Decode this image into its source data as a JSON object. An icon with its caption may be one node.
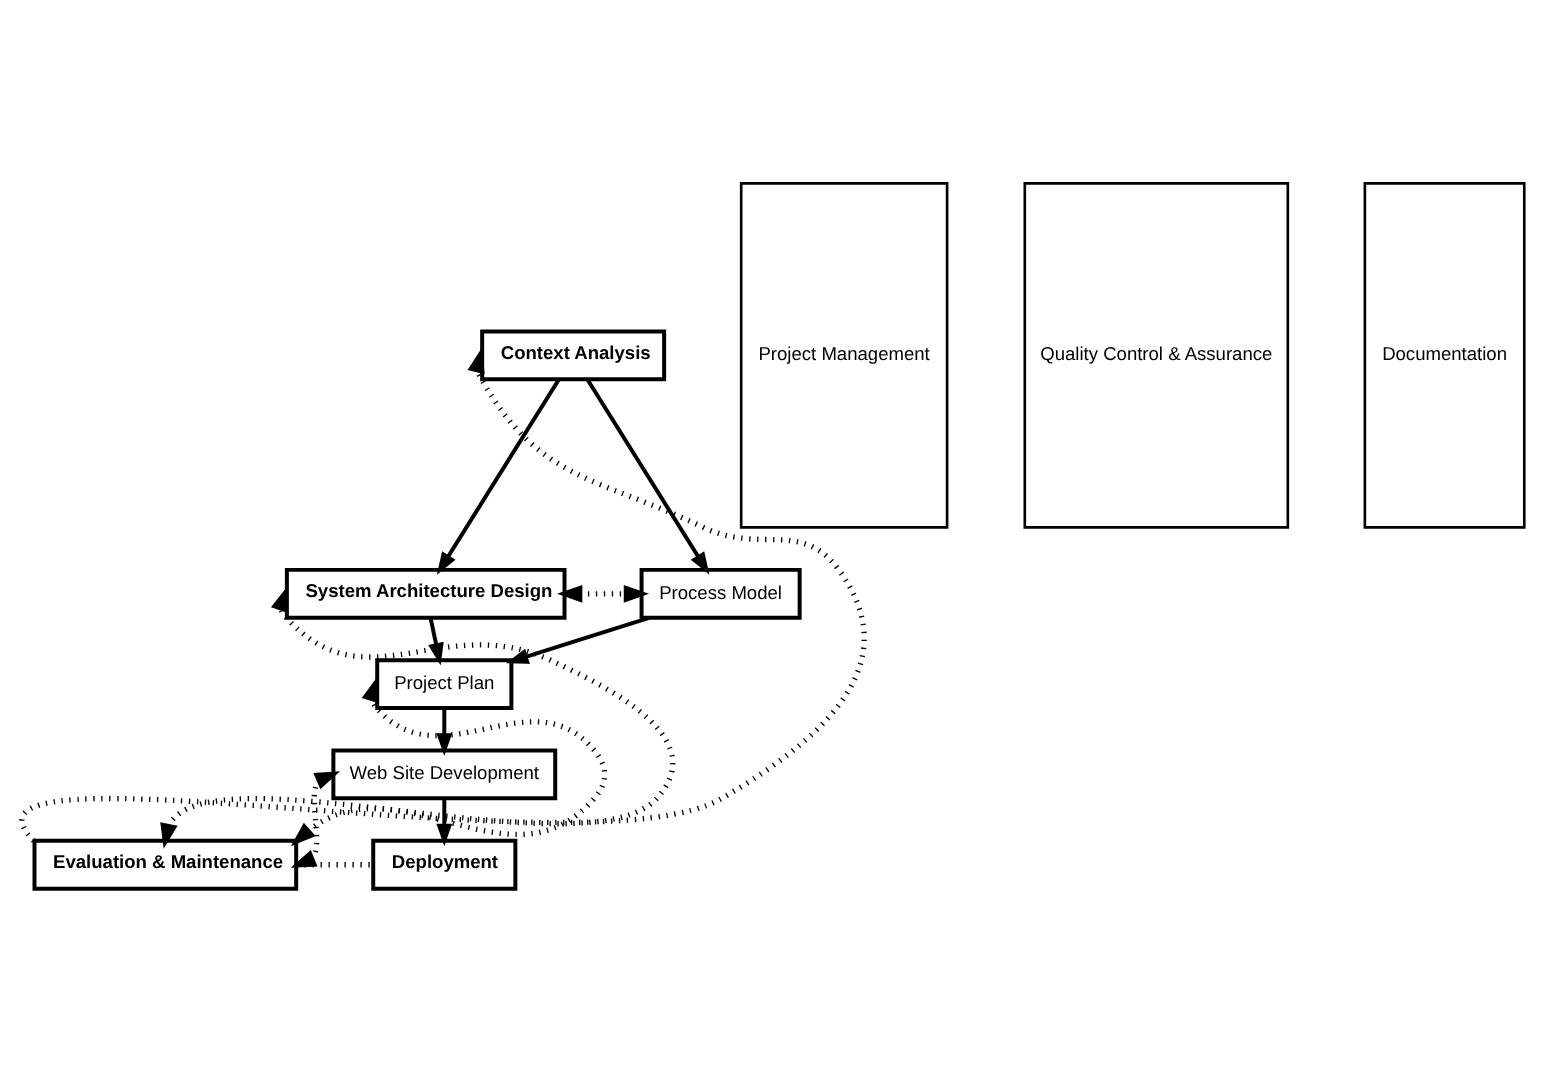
{
  "diagram": {
    "nodes": [
      {
        "text": [
          "Context Analysis"
        ]
      },
      {
        "text": [
          "System Architecture Design"
        ]
      },
      {
        "text": [
          "Process Model"
        ]
      },
      {
        "text": [
          "Project Plan"
        ]
      },
      {
        "text": [
          "Web Site Development"
        ]
      },
      {
        "text": [
          "Evaluation & Maintenance"
        ]
      },
      {
        "text": [
          "Deployment"
        ]
      },
      {
        "text": [
          "Project Management"
        ]
      },
      {
        "text": [
          "Quality Control & Assurance"
        ]
      },
      {
        "text": [
          "Documentation"
        ]
      }
    ],
    "edges": [
      {
        "from": 0,
        "to": 1,
        "arrow": "to"
      },
      {
        "from": 0,
        "to": 2,
        "arrow": "to"
      },
      {
        "from": 1,
        "to": 2,
        "arrow": "both",
        "style": "dashed"
      },
      {
        "from": 1,
        "to": 3,
        "arrow": "to"
      },
      {
        "from": 2,
        "to": 3,
        "arrow": "to"
      },
      {
        "from": 3,
        "to": 4,
        "arrow": "to"
      },
      {
        "from": 4,
        "to": 6,
        "arrow": "to"
      },
      {
        "from": 5,
        "to": 6,
        "arrow": "none",
        "style": "dashed"
      },
      {
        "from": 5,
        "to": 0,
        "arrow": "to",
        "style": "dashed"
      },
      {
        "from": 5,
        "to": 1,
        "arrow": "both",
        "style": "dashed"
      },
      {
        "from": 5,
        "to": 3,
        "arrow": "both",
        "style": "dashed"
      },
      {
        "from": 5,
        "to": 4,
        "arrow": "both",
        "style": "dashed"
      }
    ]
  }
}
